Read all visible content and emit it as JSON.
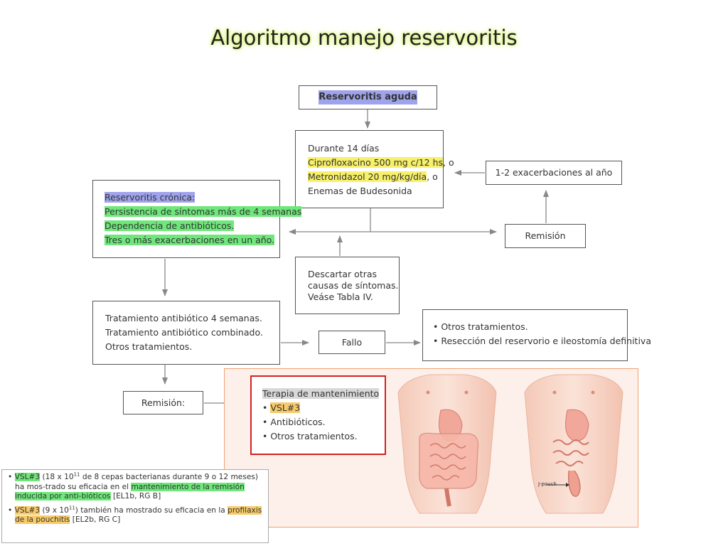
{
  "title": "Algoritmo manejo reservoritis",
  "acute": {
    "label": "Reservoritis aguda"
  },
  "treatment": {
    "line1": "Durante 14 días",
    "line2": "Ciprofloxacino 500 mg c/12 hs",
    "line2_suffix": ", o",
    "line3": "Metronidazol 20 mg/kg/día",
    "line3_suffix": ", o",
    "line4": "Enemas de Budesonida"
  },
  "exacerbations": {
    "label": "1-2 exacerbaciones al año"
  },
  "remission_right": {
    "label": "Remisión"
  },
  "chronic": {
    "heading": "Reservoritis crónica:",
    "items": [
      "Persistencia de síntomas más de 4 semanas",
      "Dependencia de antibióticos.",
      "Tres o más exacerbaciones en un año."
    ]
  },
  "discard": {
    "line1": "Descartar otras",
    "line2": "causas de síntomas.",
    "line3": "Veáse Tabla IV."
  },
  "antibiotic": {
    "items": [
      "Tratamiento antibiótico 4 semanas.",
      "Tratamiento antibiótico combinado.",
      "Otros tratamientos."
    ]
  },
  "failure": {
    "label": "Fallo"
  },
  "other": {
    "items": [
      "• Otros tratamientos.",
      "• Resección del reservorio e ileostomía definitiva"
    ]
  },
  "remission_left": {
    "label": "Remisión:"
  },
  "maintenance": {
    "heading": "Terapia de mantenimiento",
    "bullet": "•",
    "item1": "VSL#3",
    "item2": "• Antibióticos.",
    "item3": "• Otros tratamientos."
  },
  "illustration": {
    "jpouch_label": "J-pouch"
  },
  "note": {
    "p1": {
      "bullet": "•",
      "vsl": "VSL#3",
      "a": " (18 x 10",
      "sup": "11",
      "b": " de 8 cepas bacterianas durante 9 o 12 meses) ha mos-trado su eficacia en el ",
      "hl": "mantenimiento de la remisión inducida por anti-bióticos",
      "c": " [EL1b, RG B]"
    },
    "p2": {
      "bullet": "•",
      "vsl": "VSL#3",
      "a": " (9 x 10",
      "sup": "11",
      "b": ") también ha mostrado su eficacia en la ",
      "hl": "profilaxis de la pouchitis",
      "c": " [EL2b, RG C]"
    }
  },
  "colors": {
    "title_glow": "#d8f27a",
    "highlight_blue": "#9fa3ec",
    "highlight_yellow": "#f7f06a",
    "highlight_green": "#6ee87a",
    "highlight_orange": "#f7cb6a",
    "panel_bg": "#fdf0ea",
    "panel_border": "#f0a070",
    "maintenance_border": "#d42020"
  }
}
